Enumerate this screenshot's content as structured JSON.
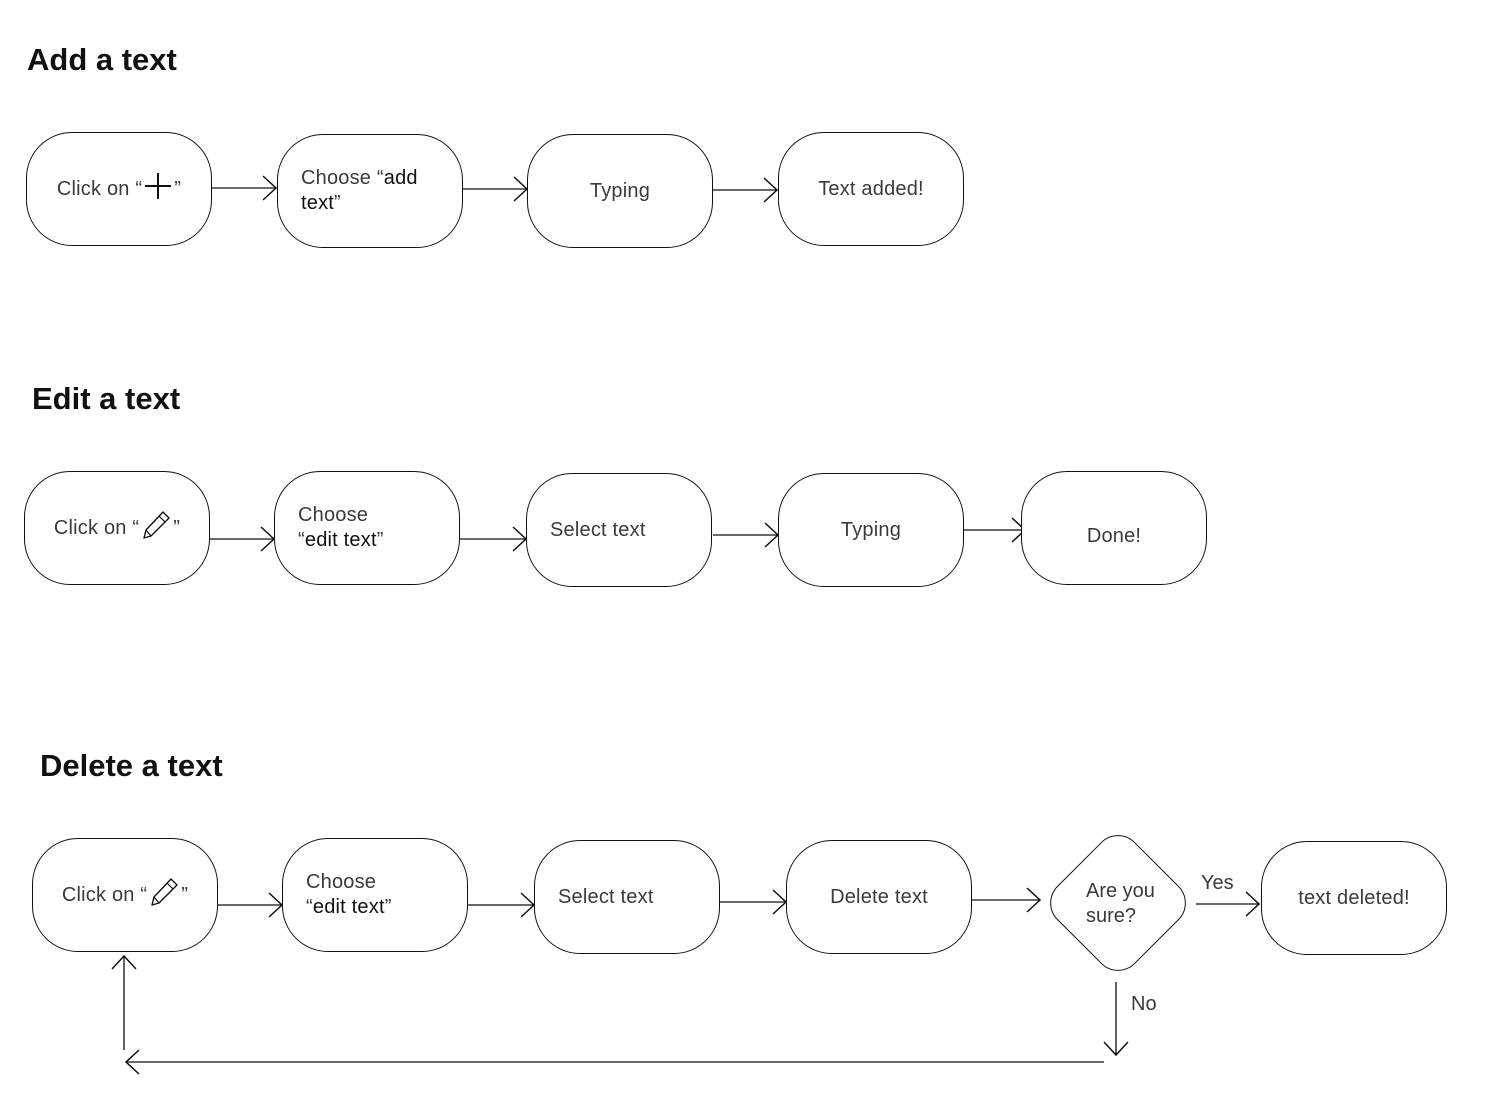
{
  "sections": {
    "add": {
      "title": "Add a text",
      "steps": {
        "s1_prefix": "Click on “",
        "s1_icon": "plus-icon",
        "s1_suffix": "”",
        "s2_prefix": "Choose “",
        "s2_em": "add text",
        "s2_suffix": "”",
        "s3": "Typing",
        "s4": "Text added!"
      }
    },
    "edit": {
      "title": "Edit a text",
      "steps": {
        "s1_prefix": "Click on “",
        "s1_icon": "pencil-icon",
        "s1_suffix": "”",
        "s2_line1": "Choose",
        "s2_prefix": "“",
        "s2_em": "edit text",
        "s2_suffix": "”",
        "s3": "Select text",
        "s4": "Typing",
        "s5": "Done!"
      }
    },
    "delete": {
      "title": "Delete a text",
      "steps": {
        "s1_prefix": "Click on “",
        "s1_icon": "pencil-icon",
        "s1_suffix": "”",
        "s2_line1": "Choose",
        "s2_prefix": "“",
        "s2_em": "edit text",
        "s2_suffix": "”",
        "s3": "Select text",
        "s4": "Delete text",
        "decision": "Are you\nsure?",
        "yes_label": "Yes",
        "no_label": "No",
        "s5": "text deleted!"
      }
    }
  },
  "colors": {
    "stroke": "#111111",
    "text": "#3a3a3a",
    "title": "#111111"
  }
}
